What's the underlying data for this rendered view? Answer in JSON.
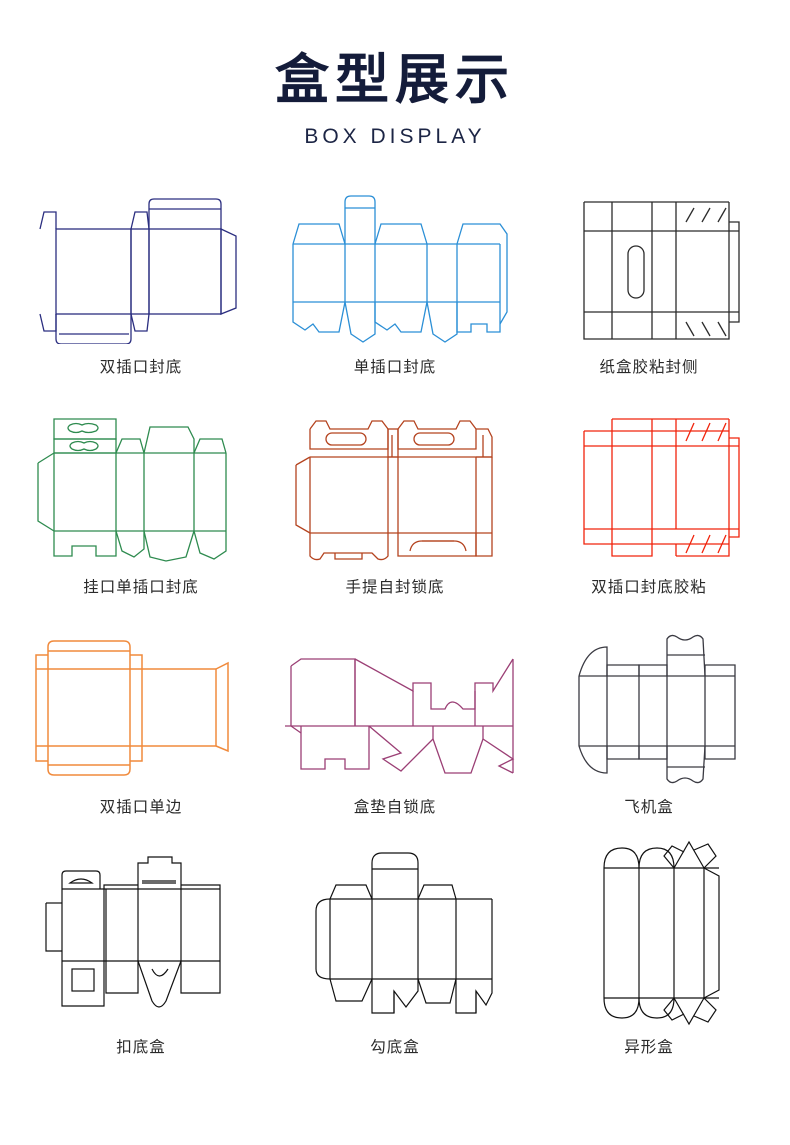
{
  "header": {
    "title": "盒型展示",
    "subtitle": "BOX DISPLAY",
    "title_color": "#141c3a"
  },
  "grid": {
    "columns": 3,
    "rows": 4,
    "items": [
      {
        "id": "box-1",
        "label": "双插口封底",
        "color": "#2b2e80",
        "row": 1,
        "col": 1
      },
      {
        "id": "box-2",
        "label": "单插口封底",
        "color": "#2b8fd6",
        "row": 1,
        "col": 2
      },
      {
        "id": "box-3",
        "label": "纸盒胶粘封侧",
        "color": "#2b2b2b",
        "row": 1,
        "col": 3
      },
      {
        "id": "box-4",
        "label": "挂口单插口封底",
        "color": "#2e8b4f",
        "row": 2,
        "col": 1
      },
      {
        "id": "box-5",
        "label": "手提自封锁底",
        "color": "#b4431f",
        "row": 2,
        "col": 2
      },
      {
        "id": "box-6",
        "label": "双插口封底胶粘",
        "color": "#f0240c",
        "row": 2,
        "col": 3
      },
      {
        "id": "box-7",
        "label": "双插口单边",
        "color": "#f08a3c",
        "row": 3,
        "col": 1
      },
      {
        "id": "box-8",
        "label": "盒垫自锁底",
        "color": "#9b3f75",
        "row": 3,
        "col": 2
      },
      {
        "id": "box-9",
        "label": "飞机盒",
        "color": "#3a3a42",
        "row": 3,
        "col": 3
      },
      {
        "id": "box-10",
        "label": "扣底盒",
        "color": "#111111",
        "row": 4,
        "col": 1
      },
      {
        "id": "box-11",
        "label": "勾底盒",
        "color": "#111111",
        "row": 4,
        "col": 2
      },
      {
        "id": "box-12",
        "label": "异形盒",
        "color": "#111111",
        "row": 4,
        "col": 3
      }
    ]
  }
}
